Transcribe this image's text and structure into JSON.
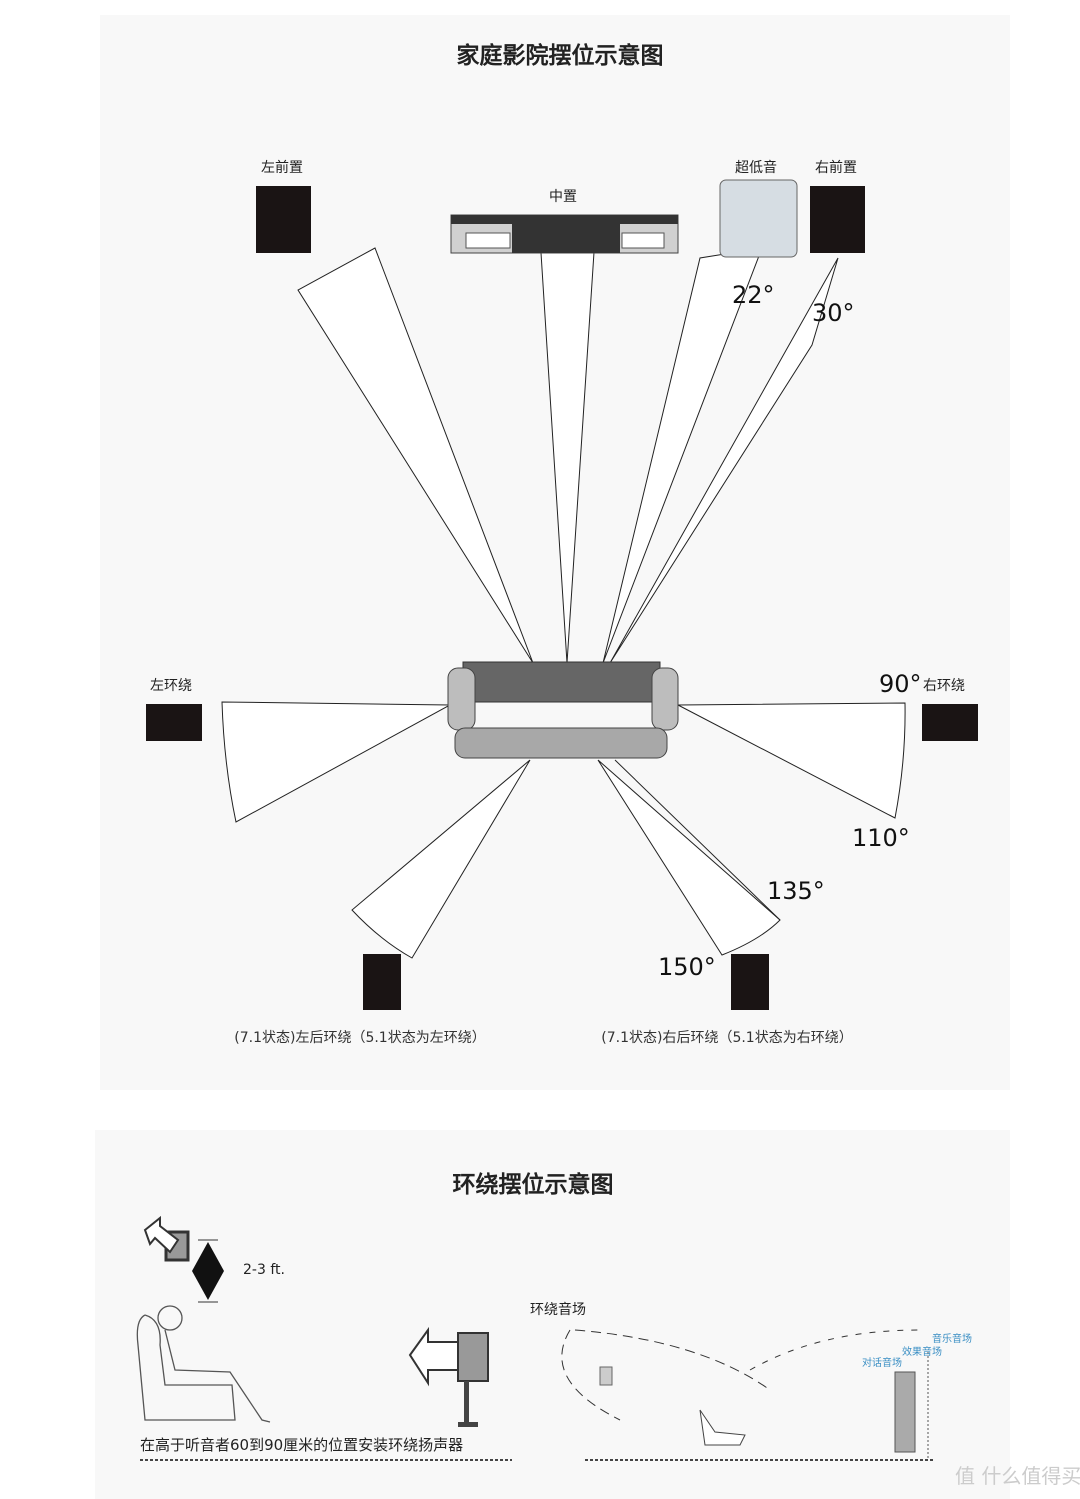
{
  "top": {
    "title": "家庭影院摆位示意图",
    "labels": {
      "front_left": "左前置",
      "center": "中置",
      "subwoofer": "超低音",
      "front_right": "右前置",
      "surround_left": "左环绕",
      "surround_right": "右环绕",
      "rear_left": "(7.1状态)左后环绕（5.1状态为左环绕）",
      "rear_right": "(7.1状态)右后环绕（5.1状态为右环绕）"
    },
    "angles": {
      "a22": "22°",
      "a30": "30°",
      "a90": "90°",
      "a110": "110°",
      "a135": "135°",
      "a150": "150°"
    }
  },
  "bottom": {
    "title": "环绕摆位示意图",
    "height_note": "2-3 ft.",
    "caption": "在高于听音者60到90厘米的位置安装环绕扬声器",
    "surround_field": "环绕音场",
    "music_field": "音乐音场",
    "effects_field": "效果音场",
    "dialog_field": "对话音场"
  },
  "watermark": "值 什么值得买"
}
